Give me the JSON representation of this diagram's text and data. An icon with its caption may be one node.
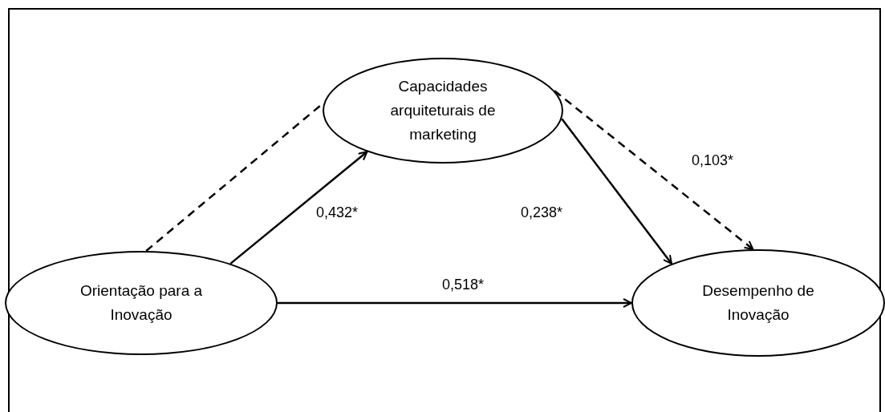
{
  "diagram": {
    "nodes": [
      {
        "text": [
          "Capacidades arquiteturais de marketing"
        ]
      },
      {
        "text": [
          "Orientação para a Inovação"
        ]
      },
      {
        "text": [
          "Desempenho de Inovação"
        ]
      }
    ],
    "edges": [
      {
        "from": 1,
        "to": 0,
        "arrow": "none",
        "style": "dashed"
      },
      {
        "from": 1,
        "to": 0,
        "arrow": "to",
        "label": "0,432*"
      },
      {
        "from": 0,
        "to": 2,
        "arrow": "to",
        "label": "0,238*"
      },
      {
        "from": 0,
        "to": 2,
        "arrow": "to",
        "style": "dashed",
        "label": "0,103*"
      },
      {
        "from": 1,
        "to": 2,
        "arrow": "to",
        "label": "0,518*"
      }
    ]
  }
}
